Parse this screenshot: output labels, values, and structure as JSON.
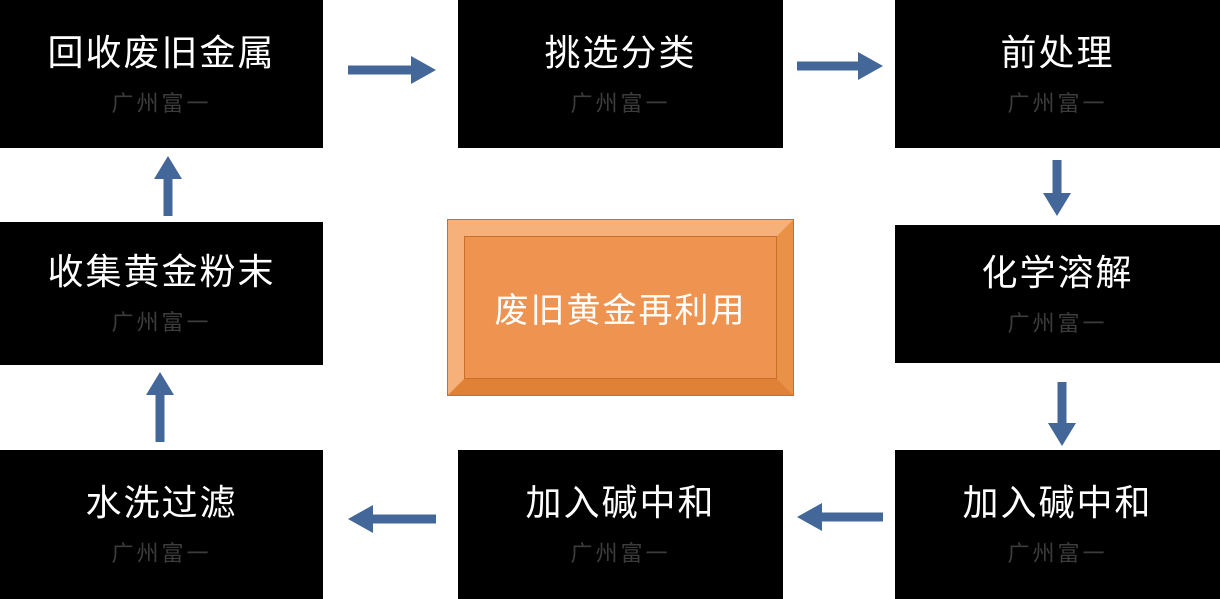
{
  "diagram": {
    "watermark": "广州富一",
    "center_box": {
      "label": "废旧黄金再利用"
    },
    "nodes": [
      {
        "id": "recycle-scrap-metal",
        "label": "回收废旧金属"
      },
      {
        "id": "sorting-classification",
        "label": "挑选分类"
      },
      {
        "id": "pretreatment",
        "label": "前处理"
      },
      {
        "id": "chemical-dissolution",
        "label": "化学溶解"
      },
      {
        "id": "alkali-neutralization-right",
        "label": "加入碱中和"
      },
      {
        "id": "alkali-neutralization-center",
        "label": "加入碱中和"
      },
      {
        "id": "water-wash-filter",
        "label": "水洗过滤"
      },
      {
        "id": "collect-gold-powder",
        "label": "收集黄金粉末"
      }
    ],
    "colors": {
      "page_bg": "#ffffff",
      "node_bg": "#000000",
      "node_text": "#ffffff",
      "watermark_text": "#3c3c3c",
      "arrow": "#44679a",
      "center_fill": "#ef9350",
      "center_frame_light": "#f5b179",
      "center_frame_mid": "#ea9148",
      "center_frame_dark": "#df8136",
      "center_outline": "#c96f2a"
    }
  }
}
